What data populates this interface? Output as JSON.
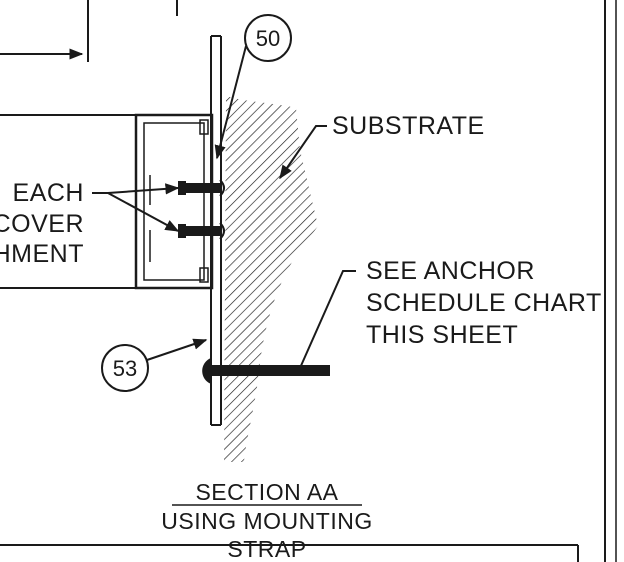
{
  "callouts": {
    "detail_50": "50",
    "detail_53": "53"
  },
  "labels": {
    "substrate": "SUBSTRATE",
    "anchor_line1": "SEE ANCHOR",
    "anchor_line2": "SCHEDULE CHART",
    "anchor_line3": "THIS SHEET",
    "left_line1": "EACH",
    "left_line2": "COVER",
    "left_line3": "HMENT"
  },
  "title": {
    "line1": "SECTION AA",
    "line2": "USING MOUNTING",
    "line3": "STRAP"
  },
  "colors": {
    "ink": "#1a1a1a",
    "paper": "#ffffff"
  }
}
